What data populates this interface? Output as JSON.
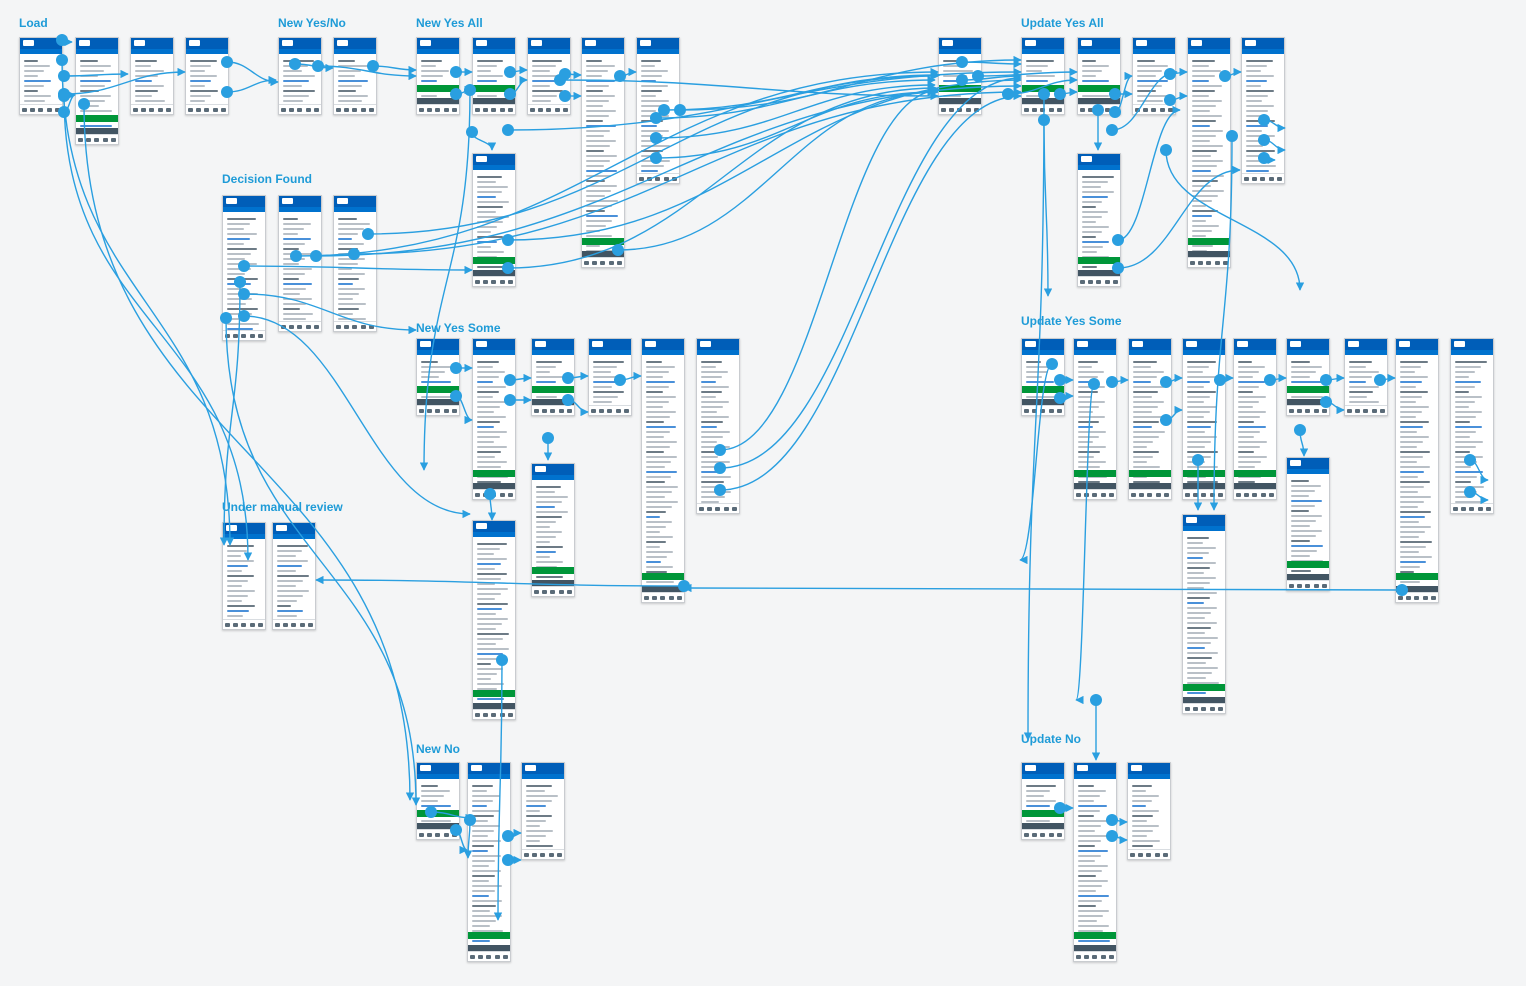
{
  "sections": [
    {
      "id": "load",
      "label": "Load"
    },
    {
      "id": "new-yes-no",
      "label": "New Yes/No"
    },
    {
      "id": "new-yes-all",
      "label": "New Yes All"
    },
    {
      "id": "update-yes-all",
      "label": "Update Yes All"
    },
    {
      "id": "decision-found",
      "label": "Decision Found"
    },
    {
      "id": "new-yes-some",
      "label": "New Yes Some"
    },
    {
      "id": "update-yes-some",
      "label": "Update Yes Some"
    },
    {
      "id": "under-manual-review",
      "label": "Under manual review"
    },
    {
      "id": "new-no",
      "label": "New No"
    },
    {
      "id": "update-no",
      "label": "Update No"
    }
  ],
  "colors": {
    "background": "#f4f5f6",
    "label": "#1e9bd7",
    "connector": "#2a9fe0",
    "header": "#005eb8",
    "banner_green": "#009639",
    "banner_slate": "#425563"
  }
}
